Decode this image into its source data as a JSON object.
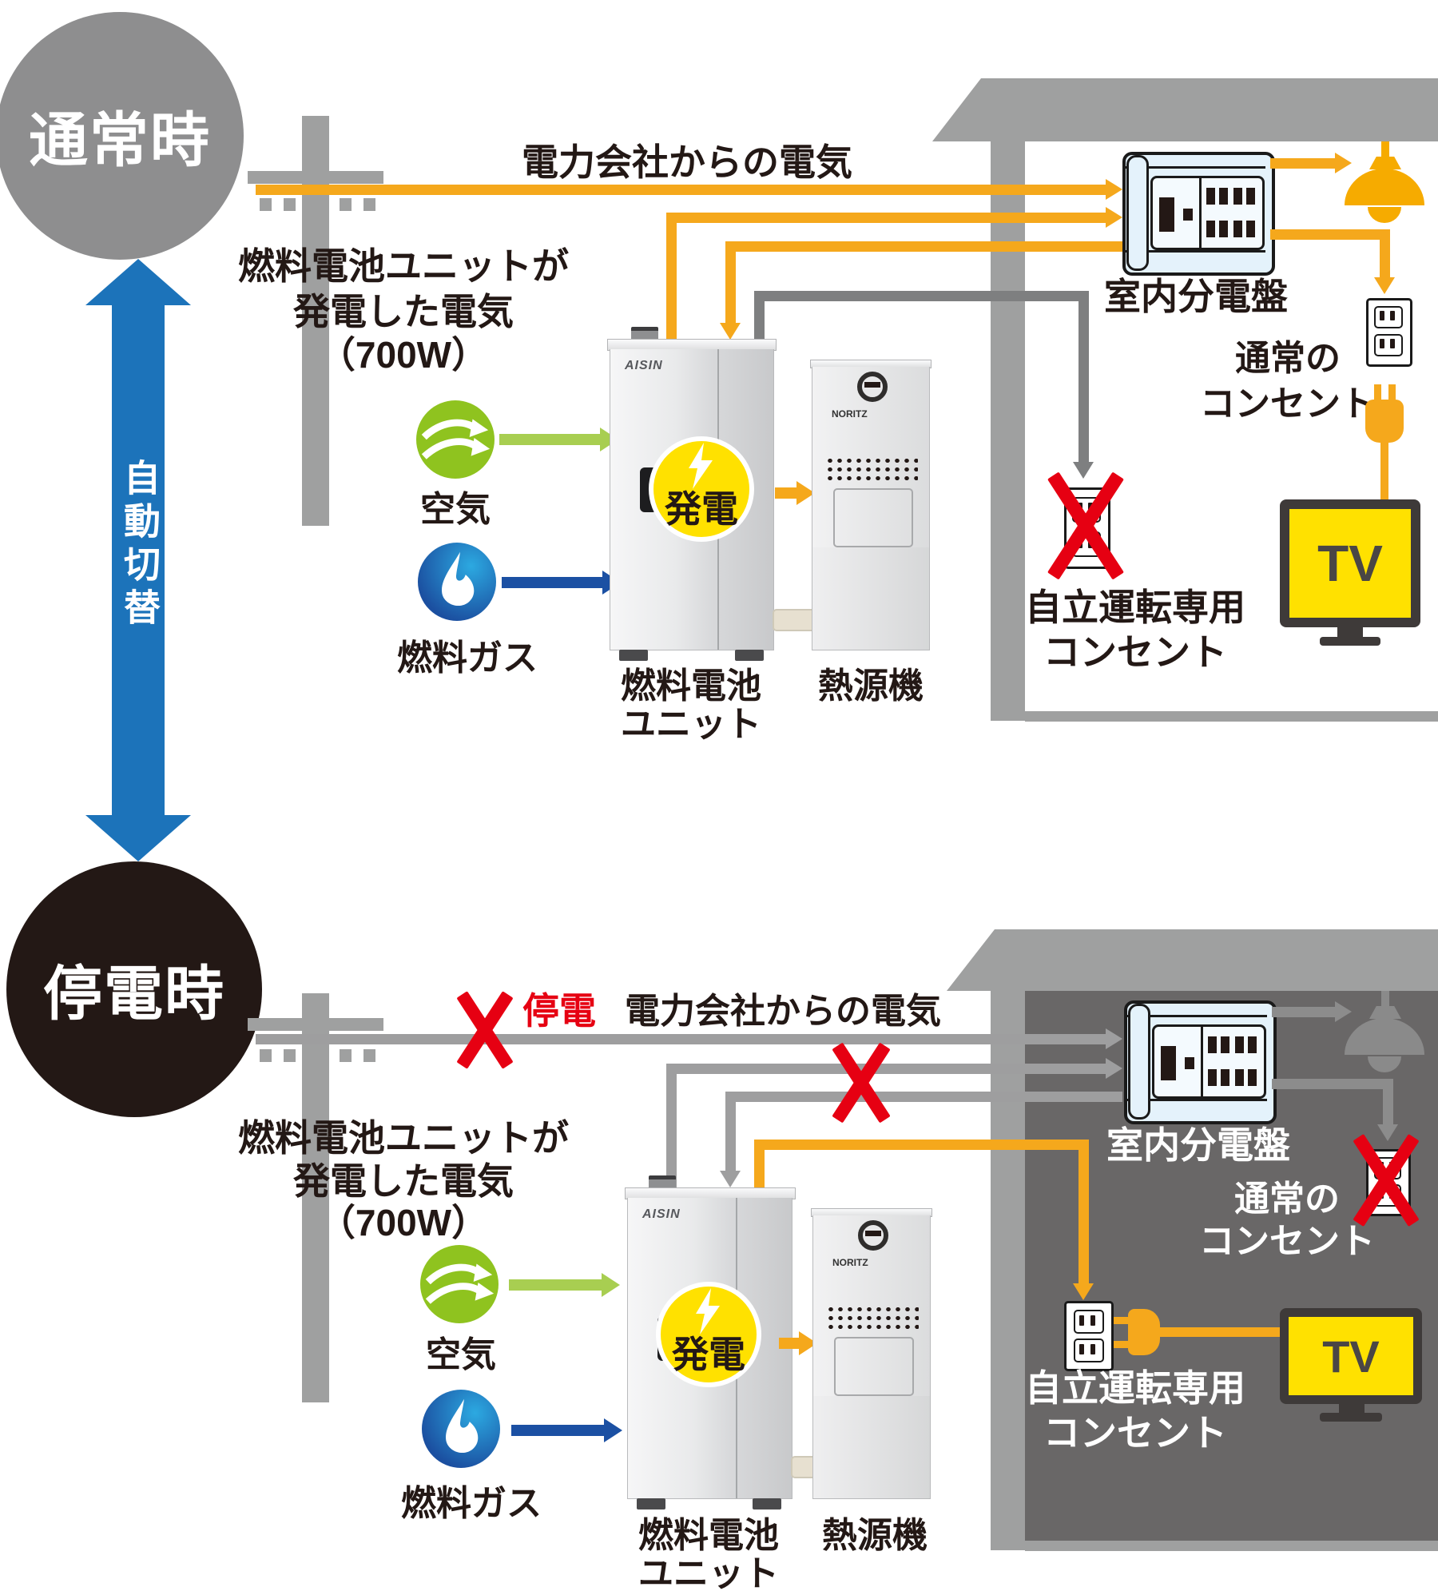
{
  "switch_arrow": {
    "label": "自動切替"
  },
  "normal": {
    "badge": "通常時",
    "grid_label": "電力会社からの電気",
    "gen_note": [
      "燃料電池ユニットが",
      "発電した電気",
      "（700W）"
    ],
    "air_label": "空気",
    "gas_label": "燃料ガス",
    "gen_badge": "発電",
    "unit_brand": "AISIN",
    "unit_name": [
      "燃料電池",
      "ユニット"
    ],
    "heater_brand": "NORITZ",
    "heater_name": "熱源機",
    "panel_label": "室内分電盤",
    "outlet_normal": [
      "通常の",
      "コンセント"
    ],
    "outlet_dedicated": [
      "自立運転専用",
      "コンセント"
    ],
    "tv_label": "TV"
  },
  "outage": {
    "badge": "停電時",
    "outage_mark": "停電",
    "grid_label": "電力会社からの電気",
    "gen_note": [
      "燃料電池ユニットが",
      "発電した電気",
      "（700W）"
    ],
    "air_label": "空気",
    "gas_label": "燃料ガス",
    "gen_badge": "発電",
    "unit_brand": "AISIN",
    "unit_name": [
      "燃料電池",
      "ユニット"
    ],
    "heater_brand": "NORITZ",
    "heater_name": "熱源機",
    "panel_label": "室内分電盤",
    "outlet_normal": [
      "通常の",
      "コンセント"
    ],
    "outlet_dedicated": [
      "自立運転専用",
      "コンセント"
    ],
    "tv_label": "TV"
  },
  "icons": {
    "air-icon": "green circle with double wind arrows",
    "gas-flame-icon": "blue circle with white flame",
    "generation-icon": "yellow circle with lightning bolt",
    "lamp-icon": "pendant ceiling lamp",
    "outlet-icon": "wall outlet with two sockets",
    "plug-icon": "power plug",
    "tv-icon": "television",
    "x-icon": "red cross mark",
    "utility-pole-icon": "power pole",
    "house-icon": "house roof and wall"
  },
  "colors": {
    "active_orange": "#F5A81C",
    "lamp_orange": "#F6AB00",
    "alert_red": "#E60012",
    "switch_blue": "#1C73BA",
    "gas_blue": "#1B50A3",
    "air_green": "#8FC31F",
    "air_arrow_green": "#A8CE51",
    "structure_gray": "#9FA0A0",
    "normal_badge_gray": "#8E8E8F",
    "outage_badge_black": "#231815",
    "dead_line_dark": "#7E7F80",
    "dead_line_light": "#9E9E9F",
    "interior_line_gray": "#8C8C8C",
    "house_interior": "#696767",
    "panel_blue": "#E4F2FB",
    "screen_yellow": "#FFE100"
  }
}
